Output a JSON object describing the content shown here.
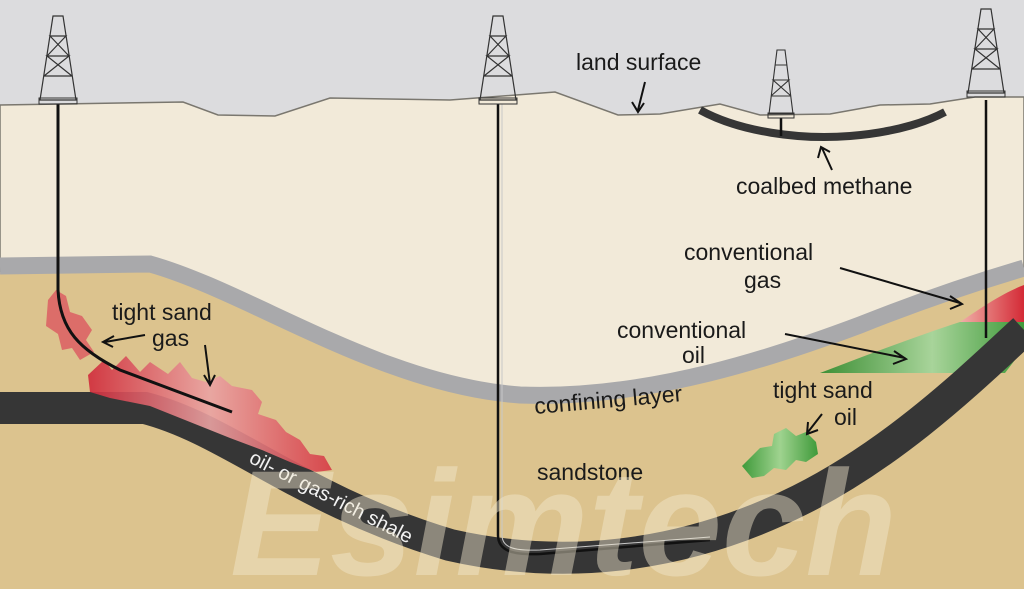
{
  "diagram": {
    "colors": {
      "sky": "#dcdcde",
      "upper_rock": "#f2ead9",
      "sandstone": "#dcc38e",
      "confining_layer": "#a9a9ab",
      "shale": "#363636",
      "gas": "#d9404a",
      "oil": "#5aa64a"
    },
    "labels": {
      "land_surface": "land surface",
      "coalbed_methane": "coalbed methane",
      "conventional_gas_line1": "conventional",
      "conventional_gas_line2": "gas",
      "conventional_oil_line1": "conventional",
      "conventional_oil_line2": "oil",
      "tight_sand_gas_line1": "tight sand",
      "tight_sand_gas_line2": "gas",
      "confining_layer": "confining layer",
      "tight_sand_oil_line1": "tight sand",
      "tight_sand_oil_line2": "oil",
      "sandstone": "sandstone",
      "shale": "oil- or gas-rich shale"
    },
    "watermark": "Esimtech",
    "wells": [
      "horizontal-tight-sand-well",
      "horizontal-shale-well",
      "coalbed-methane-well",
      "conventional-well"
    ]
  }
}
